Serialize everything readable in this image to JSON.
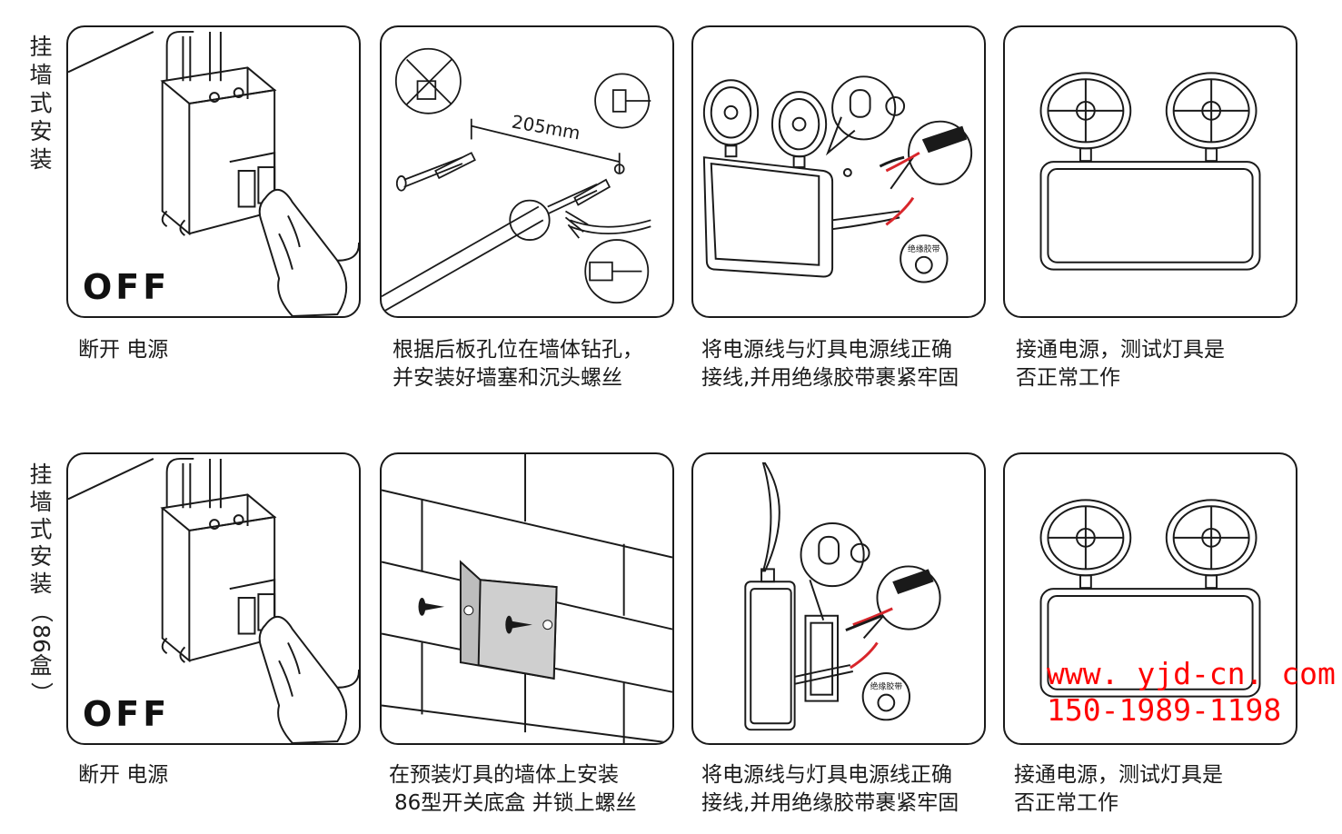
{
  "row1": {
    "side_label": [
      "挂",
      "墙",
      "式",
      "安",
      "装"
    ],
    "panels": {
      "p1": {
        "off": "OFF"
      },
      "p2": {
        "dimension": "205mm"
      },
      "p3": {
        "tape_label": "绝缘胶带"
      },
      "p4": {}
    },
    "captions": {
      "c1": [
        "断开 电源"
      ],
      "c2": [
        "根据后板孔位在墙体钻孔，",
        "并安装好墙塞和沉头螺丝"
      ],
      "c3": [
        "将电源线与灯具电源线正确",
        "接线,并用绝缘胶带裹紧牢固"
      ],
      "c4": [
        "接通电源，测试灯具是",
        "否正常工作"
      ]
    }
  },
  "row2": {
    "side_label": [
      "挂",
      "墙",
      "式",
      "安",
      "装",
      "（",
      "86",
      "盒",
      "）"
    ],
    "panels": {
      "p1": {
        "off": "OFF"
      },
      "p3": {
        "tape_label": "绝缘胶带"
      }
    },
    "captions": {
      "c1": [
        "断开 电源"
      ],
      "c2": [
        "在预装灯具的墙体上安装",
        "86型开关底盒 并锁上螺丝"
      ],
      "c3": [
        "将电源线与灯具电源线正确",
        "接线,并用绝缘胶带裹紧牢固"
      ],
      "c4": [
        "接通电源，测试灯具是",
        "否正常工作"
      ]
    }
  },
  "watermark": {
    "url": "www. yjd-cn. com",
    "phone": "150-1989-1198",
    "color": "#ff0000"
  },
  "colors": {
    "line": "#1a1a1a",
    "wire_red": "#d8262b",
    "box_gray": "#bdbdbd"
  }
}
